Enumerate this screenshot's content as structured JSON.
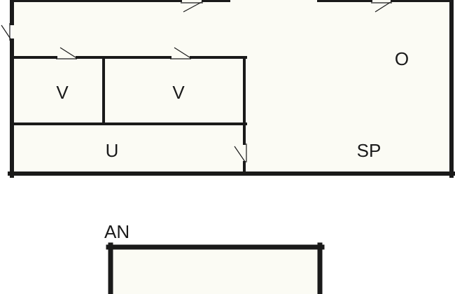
{
  "plan": {
    "floor_color": "#fbfbf4",
    "wall_color": "#1a1a1a",
    "rooms": [
      {
        "id": "room-o",
        "label": "O"
      },
      {
        "id": "room-v-left",
        "label": "V"
      },
      {
        "id": "room-v-right",
        "label": "V"
      },
      {
        "id": "room-u",
        "label": "U"
      },
      {
        "id": "room-sp",
        "label": "SP"
      }
    ],
    "outbuilding": {
      "label": "AN"
    }
  }
}
